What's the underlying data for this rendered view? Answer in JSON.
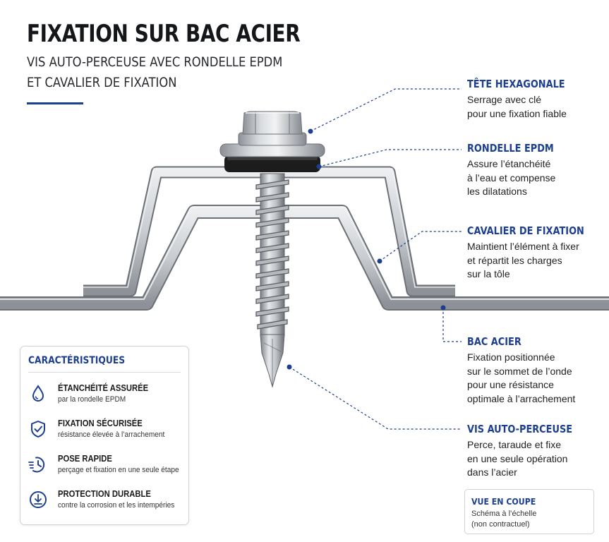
{
  "header": {
    "title": "FIXATION SUR BAC ACIER",
    "subtitle_lines": [
      "VIS AUTO-PERCEUSE AVEC RONDELLE EPDM",
      "ET CAVALIER DE FIXATION"
    ]
  },
  "callouts": [
    {
      "title": "TÊTE HEXAGONALE",
      "lines": [
        "Serrage avec clé",
        "pour une fixation fiable"
      ]
    },
    {
      "title": "RONDELLE EPDM",
      "lines": [
        "Assure l’étanchéité",
        "à l’eau et compense",
        "les dilatations"
      ]
    },
    {
      "title": "CAVALIER DE FIXATION",
      "lines": [
        "Maintient l’élément à fixer",
        "et répartit les charges",
        "sur la tôle"
      ]
    },
    {
      "title": "BAC ACIER",
      "lines": [
        "Fixation positionnée",
        "sur le sommet de l’onde",
        "pour une résistance",
        "optimale à l’arrachement"
      ]
    },
    {
      "title": "VIS AUTO-PERCEUSE",
      "lines": [
        "Perce, taraude et fixe",
        "en une seule opération",
        "dans l’acier"
      ]
    }
  ],
  "features_card": {
    "title": "CARACTÉRISTIQUES",
    "items": [
      {
        "icon": "water-drop-icon",
        "title": "ÉTANCHÉITÉ ASSURÉE",
        "desc": "par la rondelle EPDM"
      },
      {
        "icon": "shield-check-icon",
        "title": "FIXATION SÉCURISÉE",
        "desc": "résistance élevée à l’arrachement"
      },
      {
        "icon": "clock-speed-icon",
        "title": "POSE RAPIDE",
        "desc": "perçage et fixation en une seule étape"
      },
      {
        "icon": "protection-badge-icon",
        "title": "PROTECTION DURABLE",
        "desc": "contre la corrosion et les intempéries"
      }
    ]
  },
  "scale_note": {
    "title": "VUE EN COUPE",
    "lines": [
      "Schéma à l’échelle",
      "(non contractuel)"
    ]
  },
  "colors": {
    "accent_blue": "#1d3f8f",
    "steel_light": "#d4d6d9",
    "steel_dark": "#6d7177",
    "epdm_black": "#1c1c1c"
  }
}
